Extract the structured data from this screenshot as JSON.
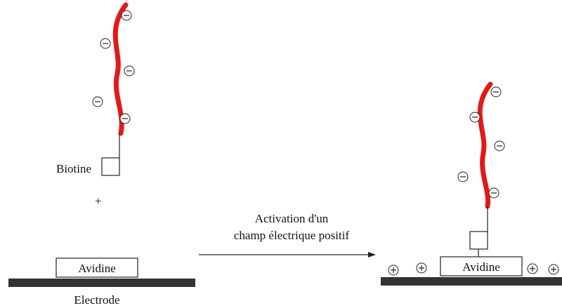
{
  "labels": {
    "biotine": "Biotine",
    "plus": "+",
    "avidine_left": "Avidine",
    "avidine_right": "Avidine",
    "electrode": "Electrode",
    "arrow_line1": "Activation d'un",
    "arrow_line2": "champ électrique positif"
  },
  "colors": {
    "dna_strand": "#e31919",
    "electrode": "#333333",
    "ink": "#222222"
  },
  "symbols": {
    "negative": "−",
    "positive": "+"
  },
  "icons": {
    "negative_charge": "minus-circle-icon",
    "positive_charge": "plus-circle-icon",
    "arrow": "right-arrow-icon"
  }
}
